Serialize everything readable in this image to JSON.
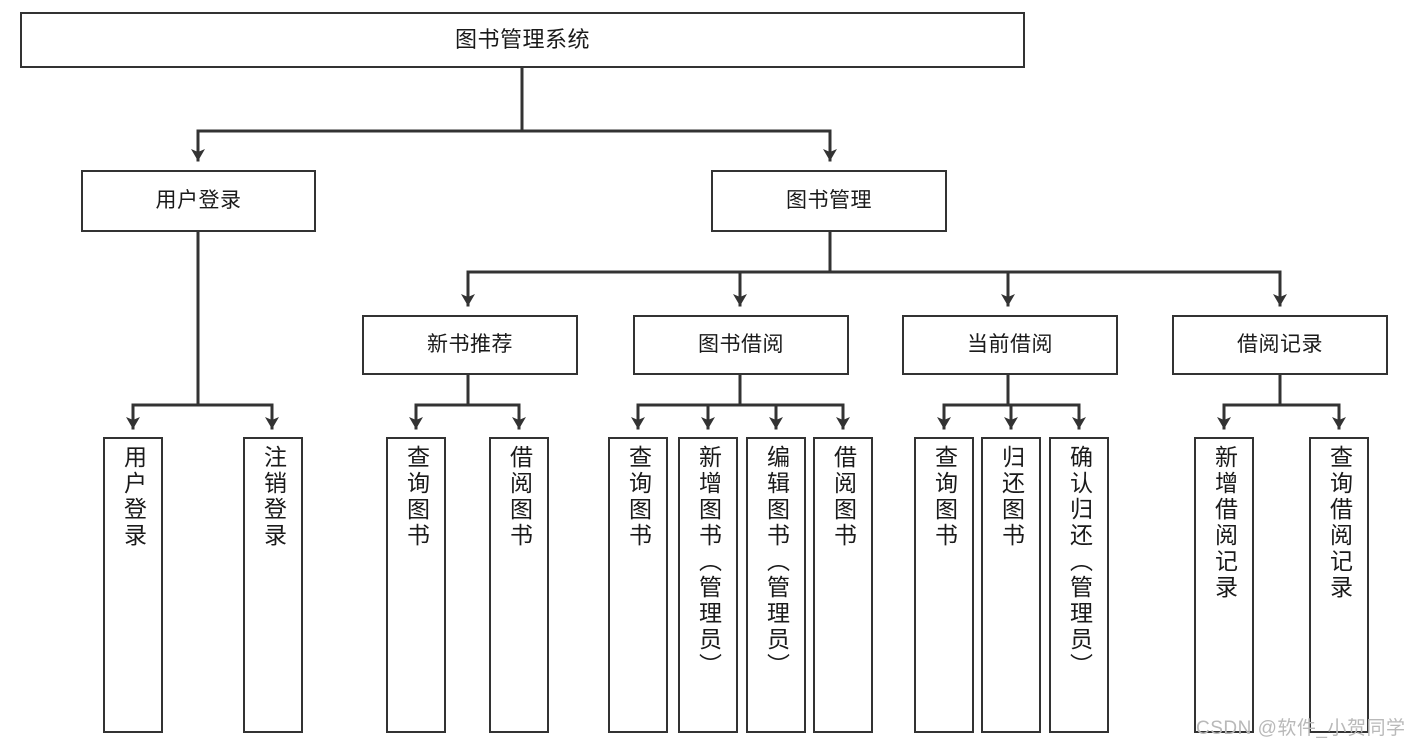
{
  "diagram": {
    "title": "图书管理系统",
    "type": "functional-structure-tree",
    "orientation": "top-down",
    "style": {
      "box_border_color": "#333333",
      "box_fill_color": "#FFFFFF",
      "connector_color": "#333333",
      "background_color": "#FFFFFF",
      "watermark_color": "#B9B9B9"
    },
    "watermark": "CSDN @软件_小贺同学",
    "nodes": {
      "root": {
        "id": "root",
        "label": "图书管理系统",
        "level": 1
      },
      "l2": [
        {
          "id": "user-login",
          "label": "用户登录",
          "level": 2
        },
        {
          "id": "book-management",
          "label": "图书管理",
          "level": 2
        }
      ],
      "l3": [
        {
          "id": "new-book-recommend",
          "label": "新书推荐",
          "level": 3,
          "parent": "book-management"
        },
        {
          "id": "book-borrow",
          "label": "图书借阅",
          "level": 3,
          "parent": "book-management"
        },
        {
          "id": "current-borrow",
          "label": "当前借阅",
          "level": 3,
          "parent": "book-management"
        },
        {
          "id": "borrow-record",
          "label": "借阅记录",
          "level": 3,
          "parent": "book-management"
        }
      ],
      "leaves": [
        {
          "id": "leaf-user-login",
          "label": "用户登录",
          "parent": "user-login"
        },
        {
          "id": "leaf-logout-login",
          "label": "注销登录",
          "parent": "user-login"
        },
        {
          "id": "leaf-query-book-1",
          "label": "查询图书",
          "parent": "new-book-recommend"
        },
        {
          "id": "leaf-borrow-book-1",
          "label": "借阅图书",
          "parent": "new-book-recommend"
        },
        {
          "id": "leaf-query-book-2",
          "label": "查询图书",
          "parent": "book-borrow"
        },
        {
          "id": "leaf-add-book",
          "label": "新增图书（管理员）",
          "parent": "book-borrow"
        },
        {
          "id": "leaf-edit-book",
          "label": "编辑图书（管理员）",
          "parent": "book-borrow"
        },
        {
          "id": "leaf-borrow-book-2",
          "label": "借阅图书",
          "parent": "book-borrow"
        },
        {
          "id": "leaf-query-book-3",
          "label": "查询图书",
          "parent": "current-borrow"
        },
        {
          "id": "leaf-return-book",
          "label": "归还图书",
          "parent": "current-borrow"
        },
        {
          "id": "leaf-confirm-return",
          "label": "确认归还（管理员）",
          "parent": "current-borrow"
        },
        {
          "id": "leaf-add-record",
          "label": "新增借阅记录",
          "parent": "borrow-record"
        },
        {
          "id": "leaf-query-record",
          "label": "查询借阅记录",
          "parent": "borrow-record"
        }
      ]
    }
  }
}
